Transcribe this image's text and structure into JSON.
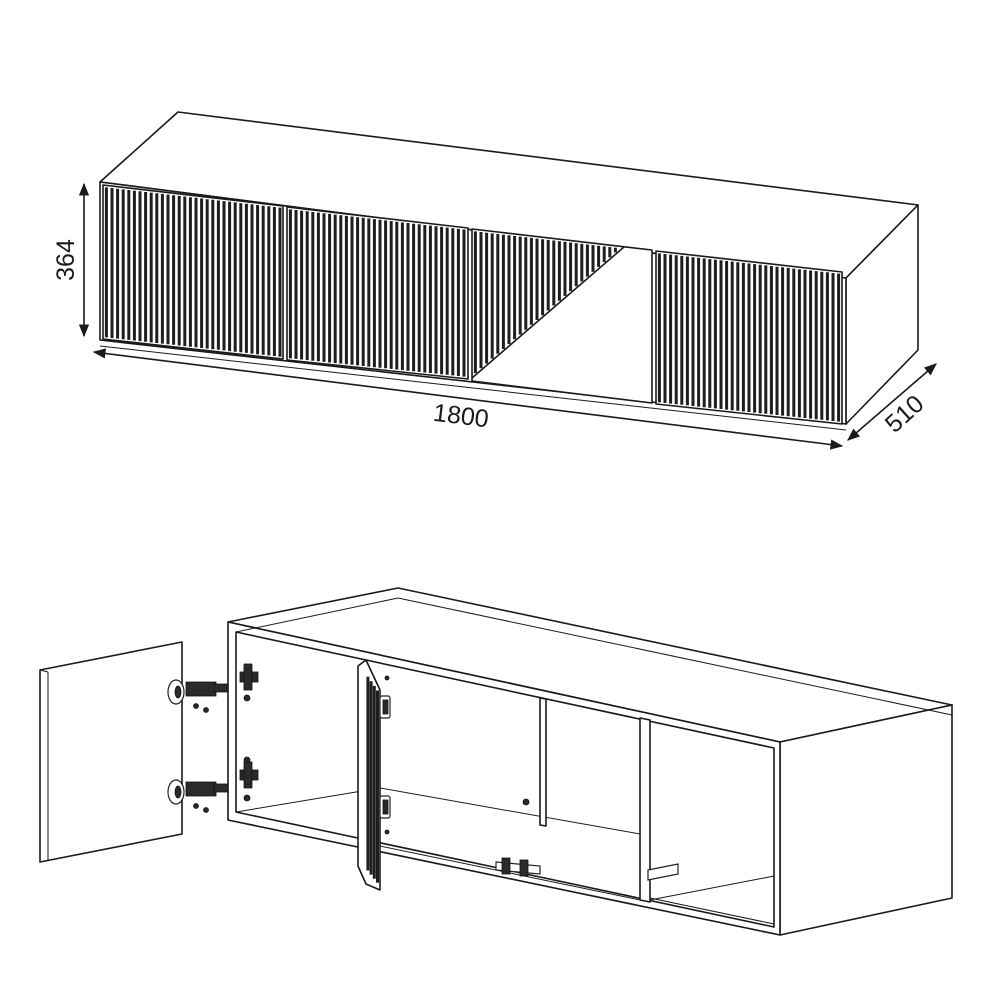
{
  "dimensions": {
    "width": "1800",
    "height": "364",
    "depth": "510"
  },
  "colors": {
    "line": "#1a1a1a",
    "panel": "#ffffff",
    "slat": "#1e1e1e"
  }
}
